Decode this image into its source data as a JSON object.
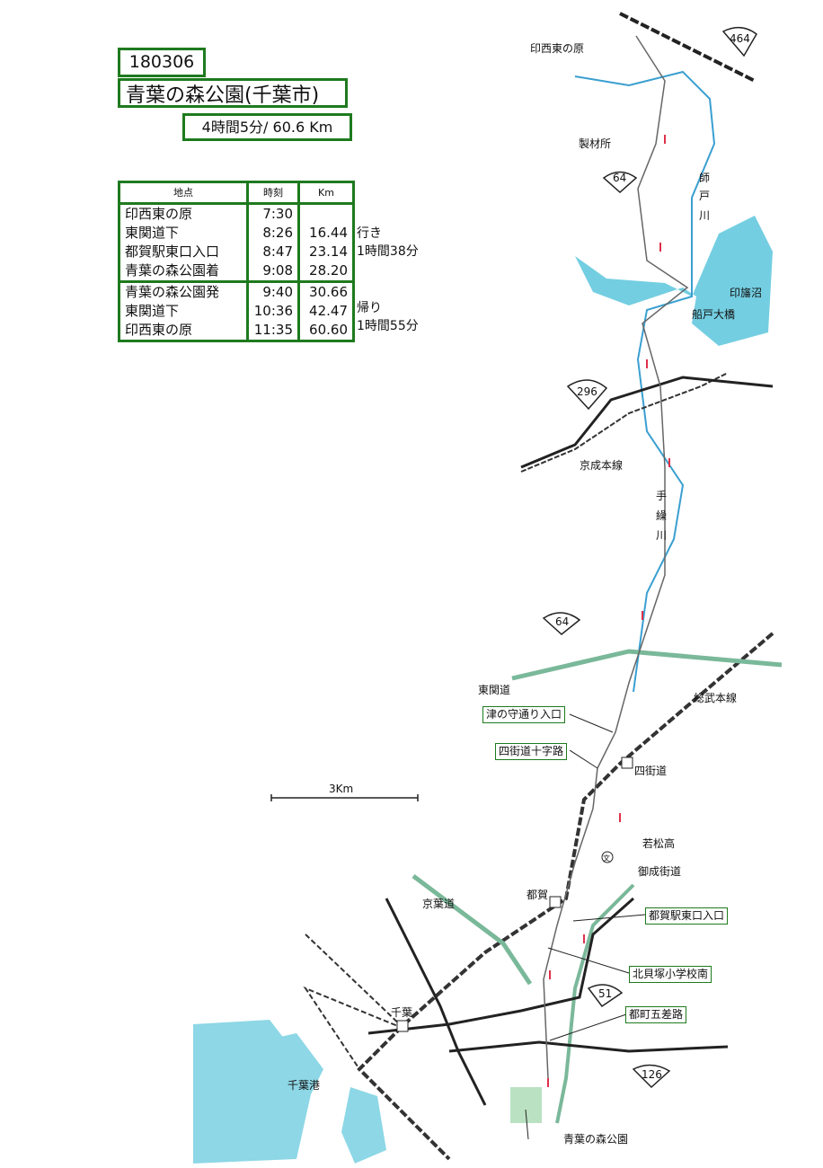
{
  "header": {
    "date": "180306",
    "title": "青葉の森公園(千葉市)",
    "summary": "4時間5分/ 60.6 Km"
  },
  "log_table": {
    "columns": [
      "地点",
      "時刻",
      "Km"
    ],
    "outbound": [
      {
        "place": "印西東の原",
        "time": "7:30",
        "km": ""
      },
      {
        "place": "東関道下",
        "time": "8:26",
        "km": "16.44"
      },
      {
        "place": "都賀駅東口入口",
        "time": "8:47",
        "km": "23.14"
      },
      {
        "place": "青葉の森公園着",
        "time": "9:08",
        "km": "28.20"
      }
    ],
    "return": [
      {
        "place": "青葉の森公園発",
        "time": "9:40",
        "km": "30.66"
      },
      {
        "place": "東関道下",
        "time": "10:36",
        "km": "42.47"
      },
      {
        "place": "印西東の原",
        "time": "11:35",
        "km": "60.60"
      }
    ],
    "outbound_note": [
      "行き",
      "1時間38分"
    ],
    "return_note": [
      "帰り",
      "1時間55分"
    ]
  },
  "map": {
    "labels": {
      "start": "印西東の原",
      "route464": "464",
      "sawmill": "製材所",
      "route64a": "64",
      "morotogawa": [
        "師",
        "戸",
        "川"
      ],
      "inbanuma": "印旛沼",
      "funatoohashi": "船戸大橋",
      "route296": "296",
      "keisei": "京成本線",
      "takurigawa": [
        "手",
        "繰",
        "川"
      ],
      "route64b": "64",
      "higashikando": "東関道",
      "sobu": "総武本線",
      "yotsukaido_station": "四街道",
      "scale": "3Km",
      "wakamatsu": "若松高",
      "onari": "御成街道",
      "school_mark": "文",
      "keiyodo": "京葉道",
      "tsuga": "都賀",
      "route51": "51",
      "chiba": "千葉",
      "chibako": "千葉港",
      "route126": "126",
      "aoba": "青葉の森公園"
    },
    "callouts": {
      "tsunomori": "津の守通り入口",
      "yotsukaido_cross": "四街道十字路",
      "tsuga_east": "都賀駅東口入口",
      "kitakaizuka": "北貝塚小学校南",
      "miyakocho": "都町五差路"
    },
    "colors": {
      "water": "#5cc6dc",
      "road_box": "#1e7a1e",
      "route": "#e0304a",
      "expressway": "#7ab89a"
    }
  }
}
